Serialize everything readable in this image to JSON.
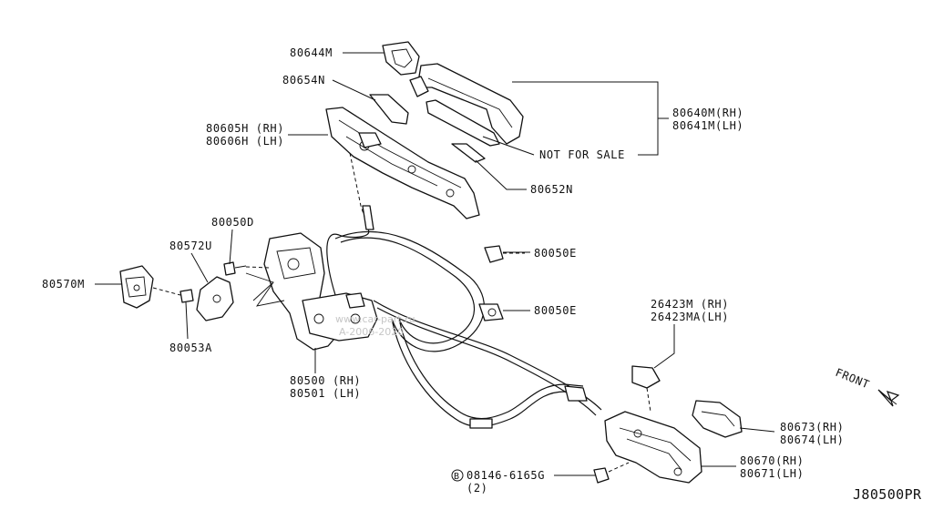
{
  "callouts": [
    {
      "id": "80644M",
      "lines": [
        "80644M"
      ]
    },
    {
      "id": "80654N",
      "lines": [
        "80654N"
      ]
    },
    {
      "id": "80605H",
      "lines": [
        "80605H (RH)",
        "80606H (LH)"
      ]
    },
    {
      "id": "80640M",
      "lines": [
        "80640M(RH)",
        "80641M(LH)"
      ]
    },
    {
      "id": "not-for-sale",
      "lines": [
        "NOT FOR SALE"
      ]
    },
    {
      "id": "80652N",
      "lines": [
        "80652N"
      ]
    },
    {
      "id": "80050D",
      "lines": [
        "80050D"
      ]
    },
    {
      "id": "80572U",
      "lines": [
        "80572U"
      ]
    },
    {
      "id": "80570M",
      "lines": [
        "80570M"
      ]
    },
    {
      "id": "80053A",
      "lines": [
        "80053A"
      ]
    },
    {
      "id": "80050E-a",
      "lines": [
        "80050E"
      ]
    },
    {
      "id": "80050E-b",
      "lines": [
        "80050E"
      ]
    },
    {
      "id": "80500",
      "lines": [
        "80500 (RH)",
        "80501 (LH)"
      ]
    },
    {
      "id": "26423M",
      "lines": [
        "26423M  (RH)",
        "26423MA(LH)"
      ]
    },
    {
      "id": "80673",
      "lines": [
        "80673(RH)",
        "80674(LH)"
      ]
    },
    {
      "id": "80670",
      "lines": [
        "80670(RH)",
        "80671(LH)"
      ]
    },
    {
      "id": "08146",
      "lines": [
        "08146-6165G",
        "(2)"
      ],
      "prefix_symbol": "B"
    }
  ],
  "front_label": "FRONT",
  "diagram_code": "J80500PR",
  "watermark": [
    "www.car-part.ru",
    "A-2006-2020"
  ]
}
